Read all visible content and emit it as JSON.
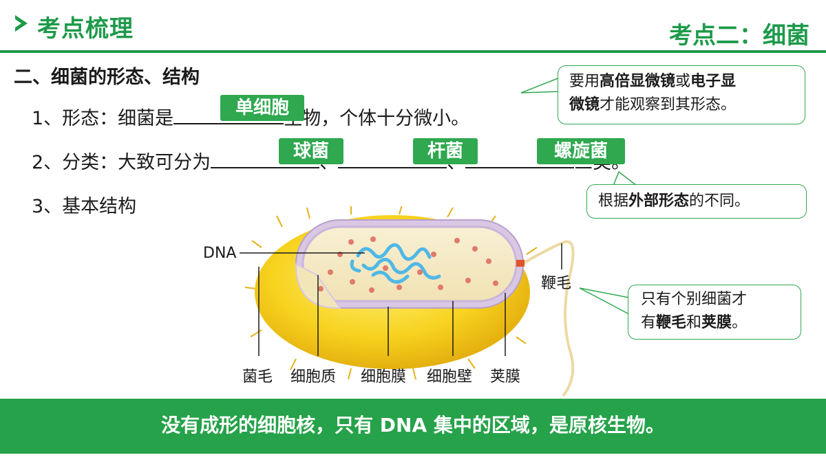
{
  "header": {
    "title": "考点梳理",
    "topic": "考点二：细菌"
  },
  "section_title": "二、细菌的形态、结构",
  "item1": {
    "prefix": "1、形态：细菌是",
    "answer": "单细胞",
    "suffix": "生物，个体十分微小。"
  },
  "item2": {
    "prefix": "2、分类：大致可分为",
    "answers": [
      "球菌",
      "杆菌",
      "螺旋菌"
    ],
    "sep": "、",
    "suffix": "三类。"
  },
  "item3": {
    "text": "3、基本结构"
  },
  "callouts": {
    "microscope": {
      "p1": "要用",
      "b1": "高倍显微镜",
      "p2": "或",
      "b2": "电子显",
      "b3": "微镜",
      "p3": "才能观察到其形态。"
    },
    "shape": {
      "p1": "根据",
      "b1": "外部形态",
      "p2": "的不同。"
    },
    "flagella": {
      "line1": "只有个别细菌才",
      "p1": "有",
      "b1": "鞭毛",
      "p2": "和",
      "b2": "荚膜",
      "p3": "。"
    }
  },
  "diagram_labels": {
    "dna": "DNA",
    "flagellum": "鞭毛",
    "pili": "菌毛",
    "cytoplasm": "细胞质",
    "membrane": "细胞膜",
    "wall": "细胞壁",
    "capsule": "荚膜"
  },
  "bottom_banner": "没有成形的细胞核，只有 DNA 集中的区域，是原核生物。",
  "colors": {
    "green": "#1e9a4a",
    "tag_green": "#2fa84f",
    "capsule_yellow": "#f7d21e",
    "cytoplasm": "#f6ecc8",
    "dna_blue": "#5ec5ea"
  }
}
